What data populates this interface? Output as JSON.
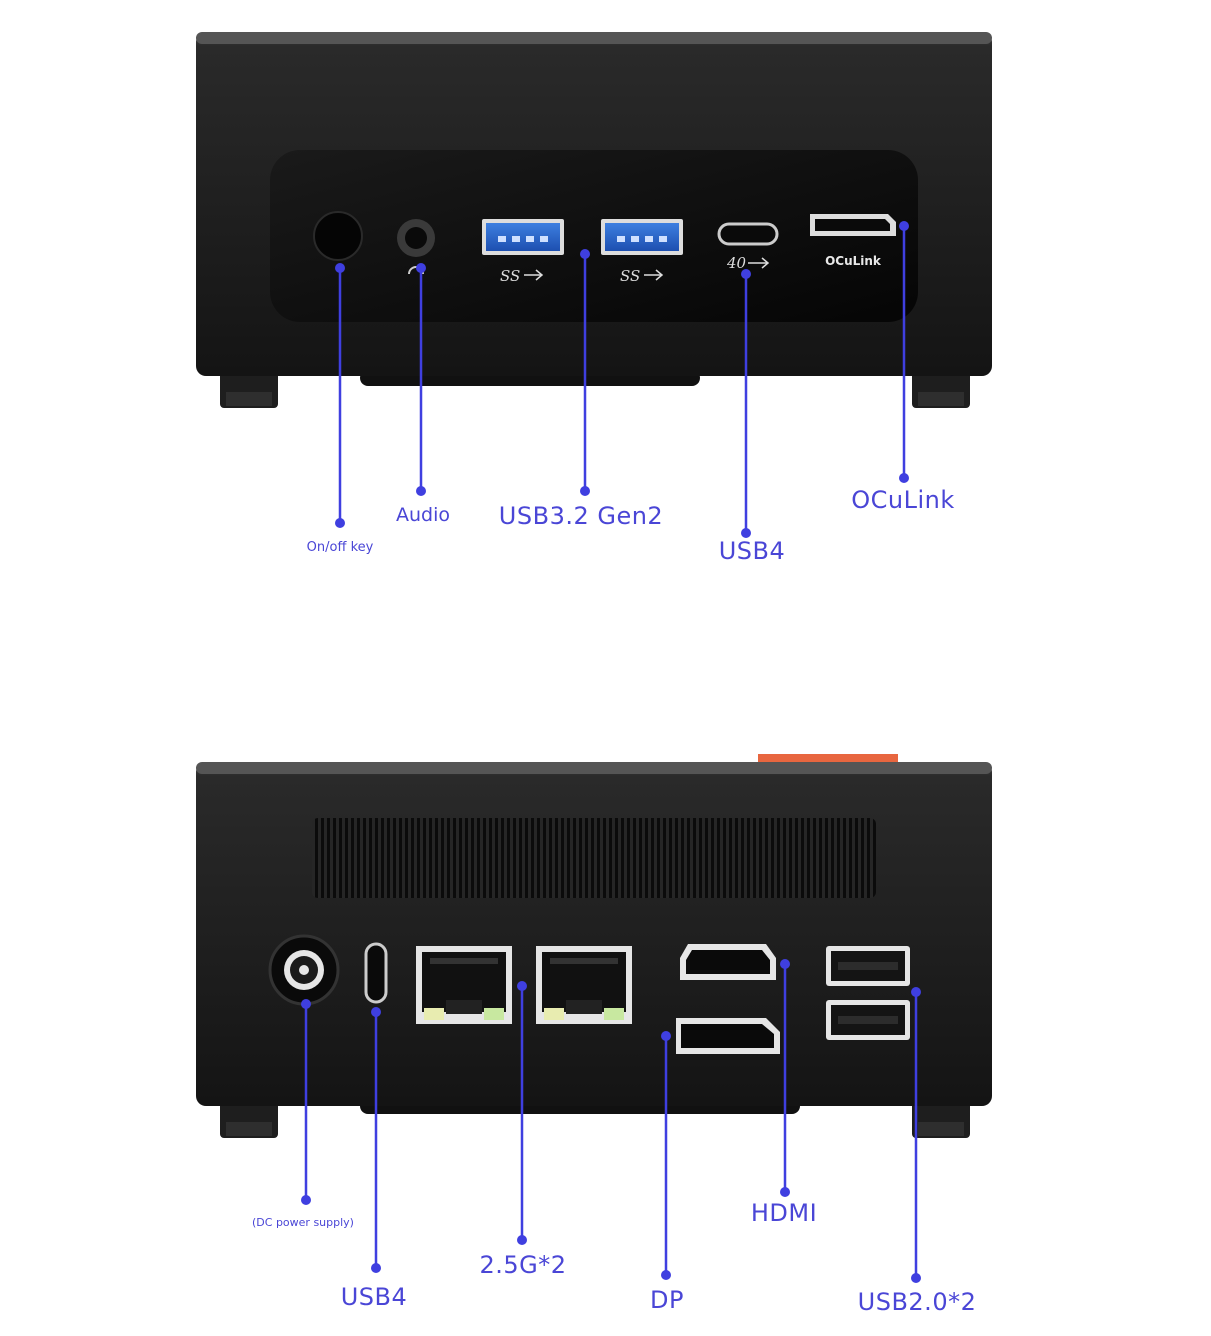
{
  "front": {
    "port_markings": {
      "usb3_a": "SS",
      "usb3_b": "SS",
      "usb4": "40",
      "oculink": "OCuLink"
    },
    "labels": {
      "power": "On/off key",
      "audio": "Audio",
      "usb32": "USB3.2 Gen2",
      "usb4": "USB4",
      "oculink": "OCuLink"
    }
  },
  "rear": {
    "labels": {
      "dc": "(DC power supply)",
      "usb4": "USB4",
      "lan": "2.5G*2",
      "dp": "DP",
      "hdmi": "HDMI",
      "usb2": "USB2.0*2"
    }
  },
  "colors": {
    "callout": "#3f3fe0",
    "label": "#4a46d6",
    "chassis": "#1c1c1c",
    "accent": "#e8663f"
  }
}
